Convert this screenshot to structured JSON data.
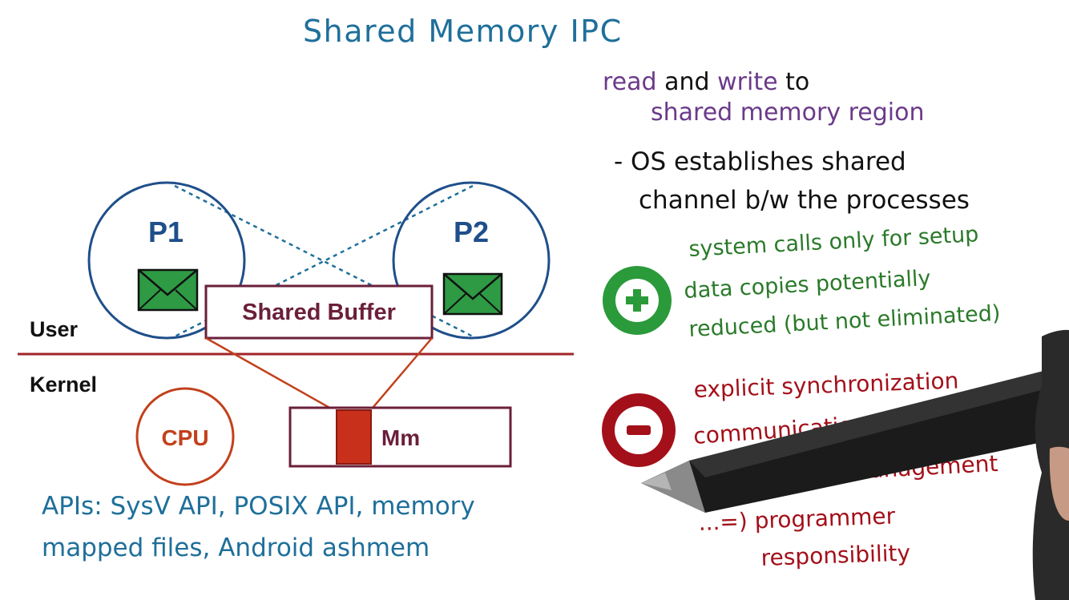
{
  "title": "Shared Memory IPC",
  "diagram": {
    "p1_label": "P1",
    "p2_label": "P2",
    "shared_buffer_label": "Shared Buffer",
    "user_label": "User",
    "kernel_label": "Kernel",
    "cpu_label": "CPU",
    "memory_label": "Mm"
  },
  "apis": {
    "line1": "APIs: SysV API, POSIX API, memory",
    "line2": "mapped files, Android ashmem"
  },
  "notes": {
    "intro_read": "read",
    "intro_and": "and",
    "intro_write": "write",
    "intro_to": "to",
    "intro_line2": "shared memory region",
    "os_line1": "- OS establishes shared",
    "os_line2": "channel b/w the processes"
  },
  "pros": {
    "icon": "plus-circle-icon",
    "line1": "system calls only for setup",
    "line2": "data copies potentially",
    "line3": "reduced (but not eliminated)"
  },
  "cons": {
    "icon": "minus-circle-icon",
    "line1": "explicit synchronization",
    "line2": "communication protocol,",
    "line3": "shared buffer management",
    "line4": "...=) programmer",
    "line5": "responsibility"
  },
  "colors": {
    "title": "#1f6f9a",
    "process_circle": "#1f4f8a",
    "shared_buffer_border": "#6b1f3a",
    "user_kernel_line": "#a0262a",
    "cpu": "#c2411c",
    "memory_region": "#c9301c",
    "pros_green": "#2a9a3a",
    "cons_red": "#a3101a"
  }
}
